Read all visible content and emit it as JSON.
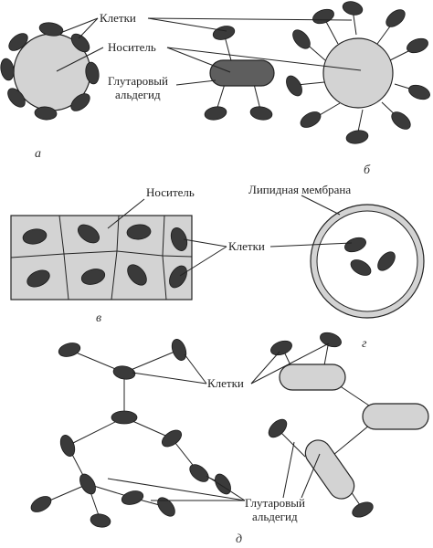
{
  "labels": {
    "cells": "Клетки",
    "carrier": "Носитель",
    "glutaraldehyde_line1": "Глутаровый",
    "glutaraldehyde_line2": "альдегид",
    "lipid_membrane": "Липидная мембрана"
  },
  "captions": {
    "a": "а",
    "b": "б",
    "v": "в",
    "g": "г",
    "d": "д"
  }
}
